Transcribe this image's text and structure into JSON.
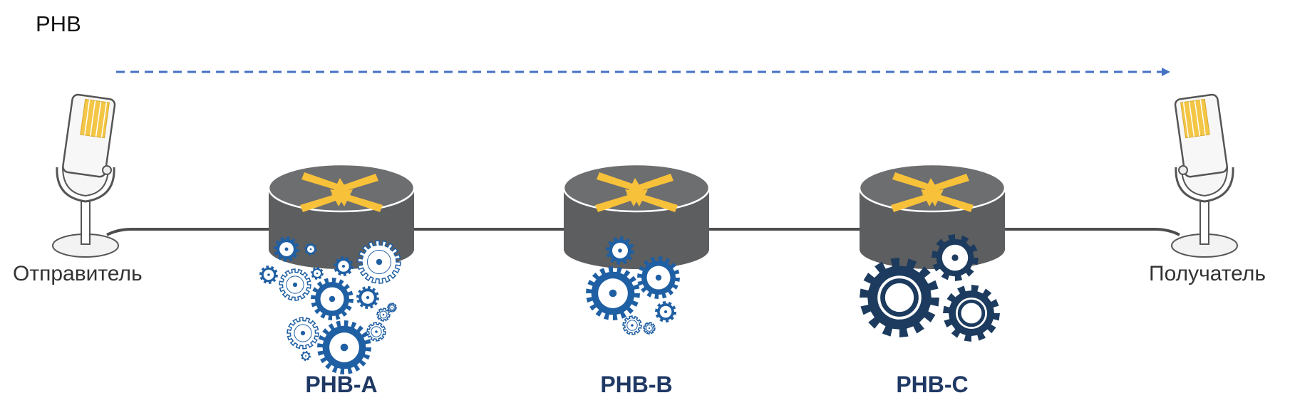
{
  "title": "PHB",
  "sender_label": "Отправитель",
  "receiver_label": "Получатель",
  "hops": [
    {
      "label": "PHB-A",
      "gear_style": "many-outline"
    },
    {
      "label": "PHB-B",
      "gear_style": "medium"
    },
    {
      "label": "PHB-C",
      "gear_style": "few-solid"
    }
  ],
  "icons": {
    "endpoint": "microphone-icon",
    "node": "router-icon",
    "process": "gears-icon",
    "flow": "dashed-arrow"
  },
  "colors": {
    "flow_arrow": "#4472c4",
    "router_body": "#636466",
    "router_arrows": "#f8c13a",
    "gear_blue": "#1f5fa3",
    "gear_dark": "#1c3b5e",
    "link_line": "#4d4d4d",
    "hop_label": "#1f3864"
  }
}
